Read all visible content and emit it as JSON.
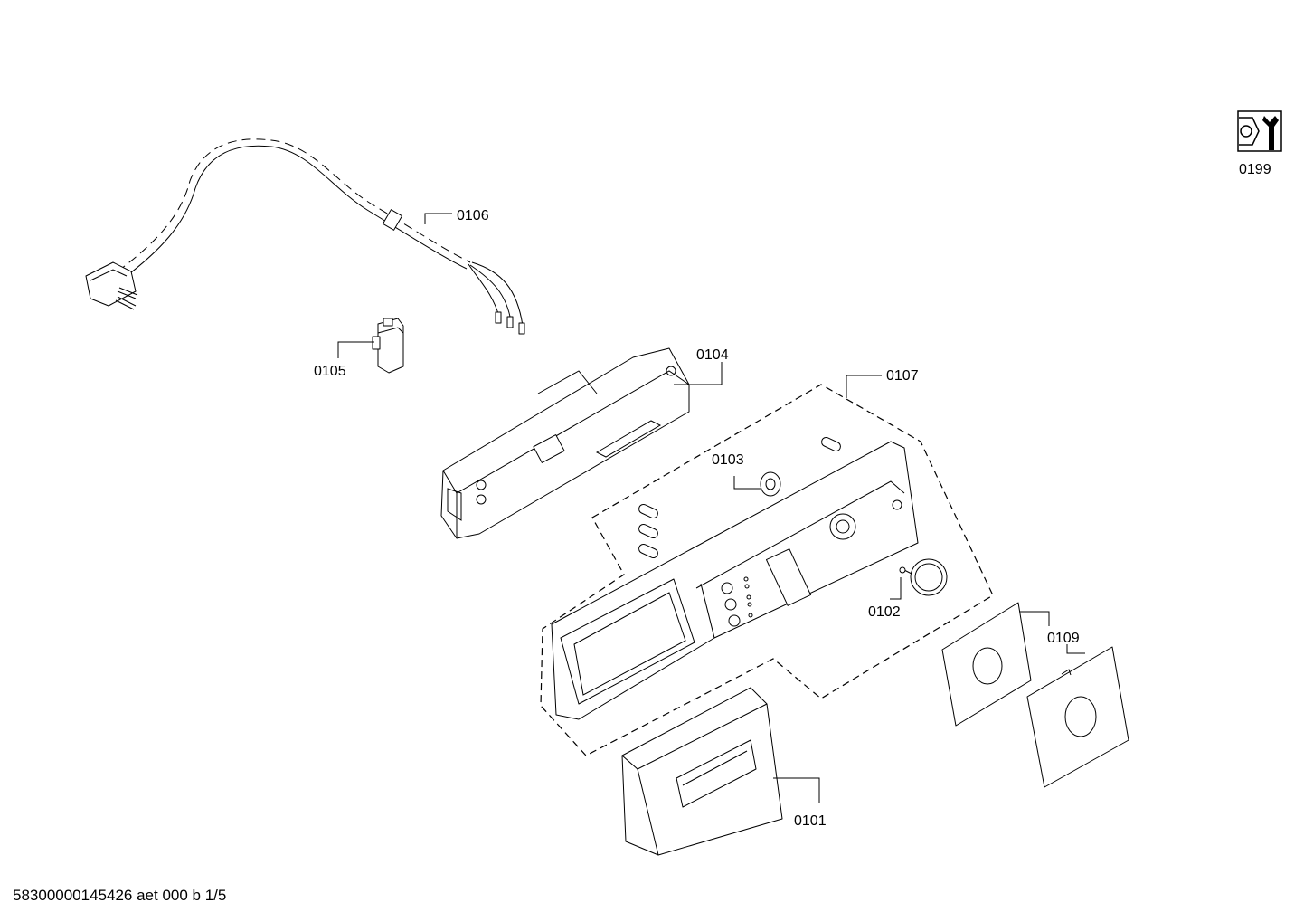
{
  "parts": {
    "p0101": "0101",
    "p0102": "0102",
    "p0103": "0103",
    "p0104": "0104",
    "p0105": "0105",
    "p0106": "0106",
    "p0107": "0107",
    "p0109": "0109",
    "p0199": "0199"
  },
  "footer": {
    "document_code": "58300000145426 aet 000 b 1/5"
  },
  "icons": {
    "service": "wrench-nut-icon"
  }
}
